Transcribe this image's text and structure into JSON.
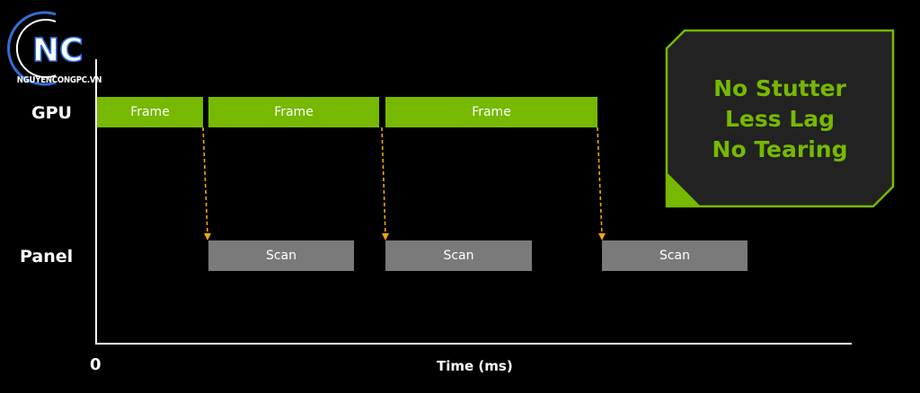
{
  "logo": {
    "letters": "NC",
    "caption": "NGUYENCONGPC.VN"
  },
  "rows": {
    "gpu": "GPU",
    "panel": "Panel"
  },
  "gpu_frames": [
    "Frame",
    "Frame",
    "Frame"
  ],
  "panel_scans": [
    "Scan",
    "Scan",
    "Scan"
  ],
  "axis": {
    "origin": "0",
    "label": "Time (ms)"
  },
  "callout": {
    "lines": [
      "No Stutter",
      "Less Lag",
      "No Tearing"
    ]
  },
  "colors": {
    "frame": "#76b900",
    "scan": "#7a7a7a",
    "arrow": "#f5a800",
    "callout_bg": "#222222",
    "callout_text": "#76b900"
  }
}
